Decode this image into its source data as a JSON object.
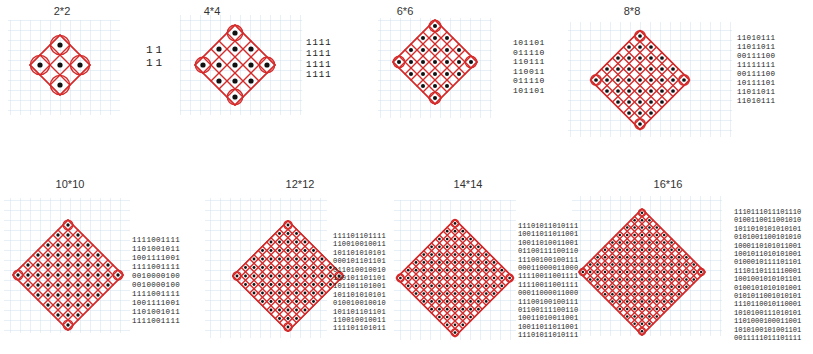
{
  "diagram": {
    "labels": [
      "2*2",
      "11",
      "11",
      "4*4",
      "1111",
      "1111",
      "1111",
      "1111",
      "6*6",
      "101101",
      "011110",
      "110111",
      "110011",
      "011110",
      "101101",
      "8*8",
      "11010111",
      "11011011",
      "00111100",
      "11111111",
      "00111100",
      "10111101",
      "11011011",
      "11010111",
      "10*10",
      "1111001111",
      "1101001011",
      "1001111001",
      "1111001111",
      "0010000100",
      "0010000100",
      "1111001111",
      "1001111001",
      "1101001011",
      "1111001111",
      "12*12",
      "111101101111",
      "110010010011",
      "101101010101",
      "000101101101",
      "011010010010",
      "100101101101",
      "101101101001",
      "101101010101",
      "010010010010",
      "101101101101",
      "110010010011",
      "111101101011",
      "14*14",
      "11101011010111",
      "10011011011001",
      "10011010011001",
      "01100111100110",
      "11100100100111",
      "00011000011000",
      "11110011001111",
      "11110011001111",
      "00011000011000",
      "11100100100111",
      "01100111100110",
      "10011010011001",
      "10011011011001",
      "11101011010111",
      "16*16",
      "1110111011101110",
      "0100110011001010",
      "1011010101010101",
      "0101001100101010",
      "1000110101011001",
      "1001011010101001",
      "0100010111101101",
      "1110110111110001",
      "1001001010101101",
      "0100101010101001",
      "0101011001010101",
      "1110110010110001",
      "1010100111010101",
      "1101000100011001",
      "1010100101001101",
      "0011111011101111"
    ]
  }
}
